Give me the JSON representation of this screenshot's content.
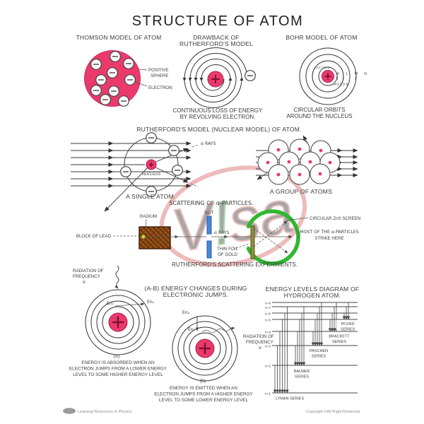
{
  "title": "STRUCTURE OF ATOM",
  "colors": {
    "accent_pink": "#e8386d",
    "screen_green": "#2eb82e",
    "slit_blue": "#4a86d8",
    "foil_olive": "#8e8e3c",
    "lead_brown": "#9c5318",
    "watermark_red": "#d96a6a",
    "watermark_green": "#49b84c"
  },
  "thomson": {
    "heading": "THOMSON MODEL OF ATOM",
    "positive_line1": "POSITIVE",
    "positive_line2": "SPHERE",
    "electron": "ELECTRON"
  },
  "drawback": {
    "heading_line1": "DRAWBACK OF",
    "heading_line2": "RUTHERFORD'S MODEL",
    "caption_line1": "CONTINUOUS LOSS OF ENERGY",
    "caption_line2": "BY REVOLVING ELECTRON."
  },
  "bohr": {
    "heading": "BOHR MODEL OF ATOM",
    "nucleus": "NUCLEUS",
    "shells": "K L M N",
    "quantum": "n=1 2 3 4",
    "caption_line1": "CIRCULAR ORBITS",
    "caption_line2": "AROUND THE NUCLEUS"
  },
  "rutherford": {
    "heading": "RUTHERFORD'S MODEL (NUCLEAR MODEL) OF ATOM.",
    "alpha_rays": "α RAYS",
    "nucleus": "NUCLEUS",
    "single_atom_caption": "A SINGLE ATOM",
    "group_caption": "A GROUP OF ATOMS"
  },
  "scattering": {
    "heading": "SCATTERING OF α-PARTICLES.",
    "radium": "RADIUM",
    "slit": "SLIT",
    "block_of_lead": "BLOCK OF LEAD",
    "alpha_rays": "α RAYS",
    "foil_line1": "THIN FOIL",
    "foil_line2": "OF GOLD",
    "screen_label": "CIRCULAR ZnS SCREEN",
    "strike_line1": "MOST OF THE α-PARTICLES",
    "strike_line2": "STRIKE HERE",
    "caption": "RUTHERFORD'S SCATTERING EXPERIMENTS."
  },
  "jumps": {
    "heading_line1": "(A-B) ENERGY CHANGES DURING",
    "heading_line2": "ELECTRONIC JUMPS.",
    "radiation_line1": "RADIATION OF",
    "radiation_line2": "FREQUENCY",
    "nu": "ν",
    "en1": "En₁",
    "en2": "En₂",
    "a_label": "(A)",
    "a_caption_line1": "ENERGY IS ABSORBED WHEN AN",
    "a_caption_line2": "ELECTRON JUMPS FROM A LOWER ENERGY",
    "a_caption_line3": "LEVEL TO SOME HIGHER ENERGY LEVEL",
    "b_label": "(B)",
    "b_caption_line1": "ENERGY IS EMITTED WHEN AN",
    "b_caption_line2": "ELECTRON JUMPS FROM A HIGHER ENERGY",
    "b_caption_line3": "LEVEL TO SOME LOWER ENERGY LEVEL"
  },
  "hydrogen": {
    "heading_line1": "ENERGY LEVELS DIAGRAM OF",
    "heading_line2": "HYDROGEN ATOM.",
    "levels": [
      "n=8",
      "n=7",
      "n=6",
      "n=5",
      "n=4",
      "n=3",
      "n=2",
      "n=1"
    ],
    "series": {
      "pfund_1": "PFUND",
      "pfund_2": "SERIES",
      "brackett_1": "BRACKETT",
      "brackett_2": "SERIES",
      "paschen_1": "PASCHEN",
      "paschen_2": "SERIES",
      "balmer_1": "BALMER",
      "balmer_2": "SERIES",
      "lyman": "LYMAN SERIES"
    }
  },
  "watermark": {
    "text_v": "V",
    "text_bang": "!",
    "text_sa": "sa"
  },
  "footer": {
    "left": "Learning Resources in Physics",
    "right": "Copyright ©All Right Reserved"
  }
}
